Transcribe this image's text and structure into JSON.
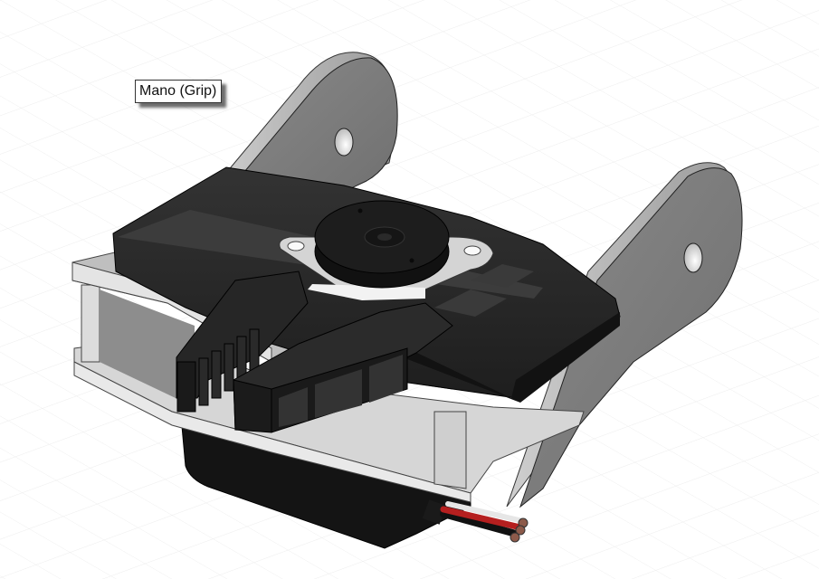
{
  "viewport": {
    "type": "3d-cad-viewport",
    "background": "#ffffff",
    "grid_color": "#e8e8e8"
  },
  "label": {
    "text": "Mano (Grip)"
  },
  "model": {
    "name": "gripper-assembly",
    "parts": [
      "left-mounting-bracket",
      "right-mounting-bracket",
      "servo-horn-disc",
      "servo-mount-plate",
      "gripper-claw-left",
      "gripper-claw-right",
      "slider-rail-plate",
      "frame-top-plate",
      "frame-bottom-plate",
      "servo-motor-body",
      "servo-cable"
    ],
    "colors": {
      "bracket": "#7d7d7d",
      "bracket_edge": "#bdbdbd",
      "dark_part": "#2a2a2a",
      "frame_light": "#d9d9d9",
      "servo_body": "#151515",
      "wire_red": "#b51f1f",
      "wire_white": "#e6e6e6",
      "wire_black": "#111111",
      "copper": "#8c5a4a"
    }
  }
}
